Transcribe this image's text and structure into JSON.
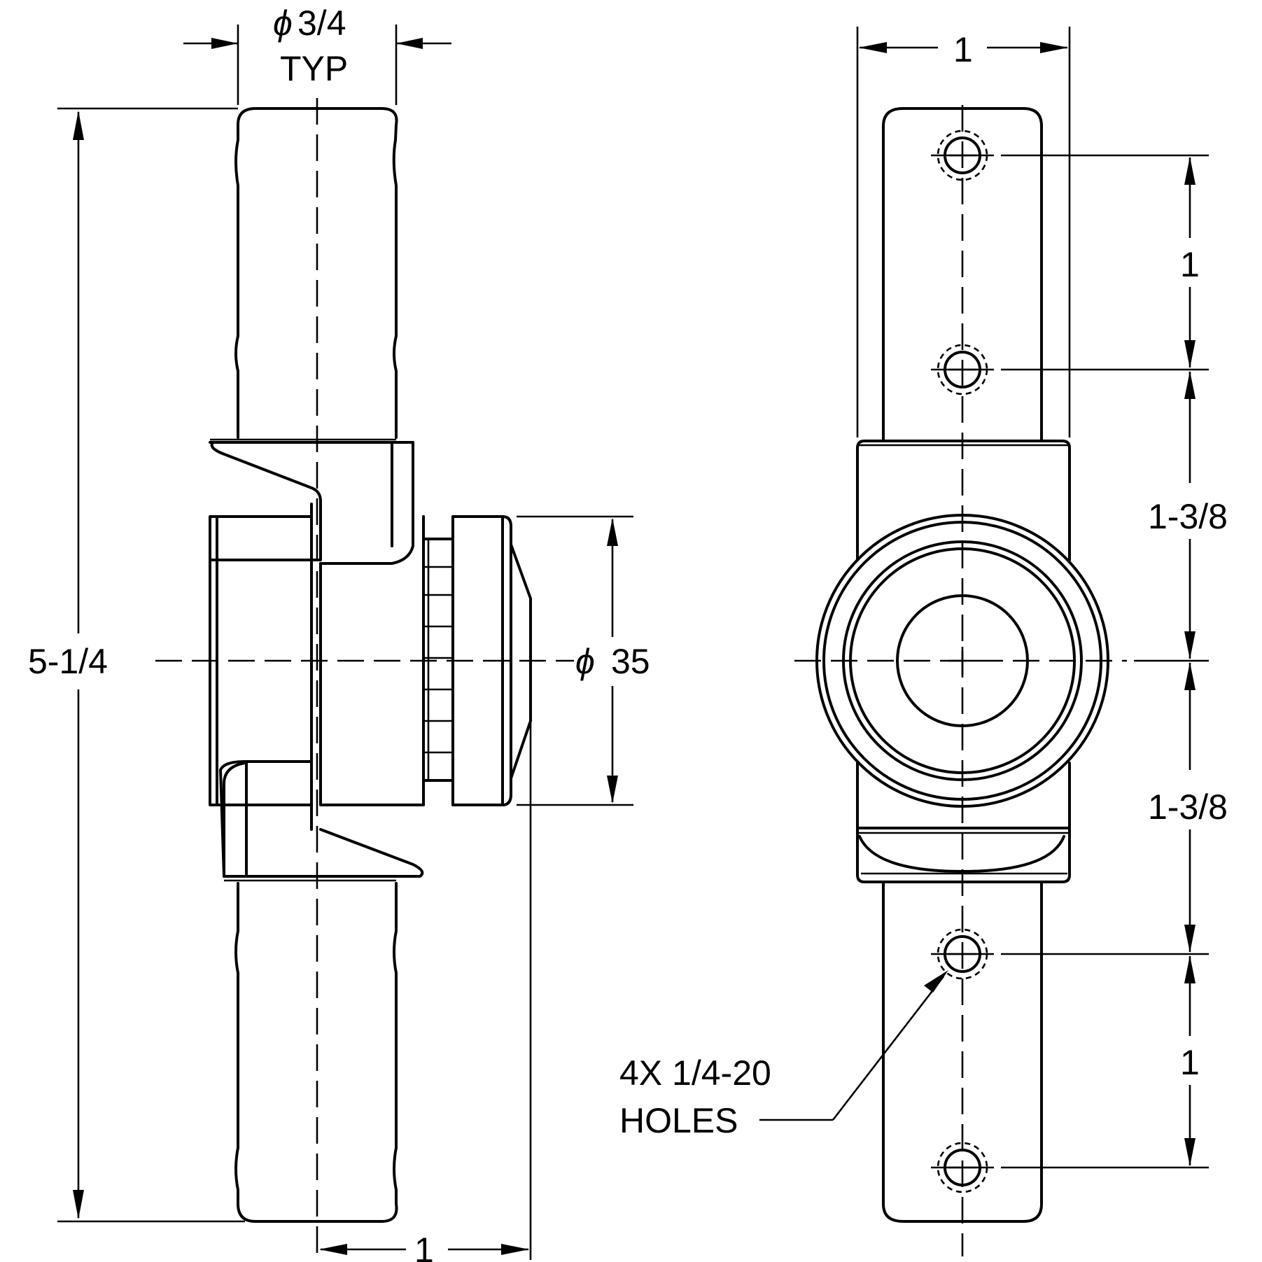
{
  "labels": {
    "dia_tube": "3/4",
    "typ": "TYP",
    "overall_height": "5-1/4",
    "offset_width": "1",
    "dia_disc": "35",
    "dia_symbol": "ϕ",
    "front_width": "1",
    "hole_spacing_top": "1",
    "hole_to_center_top": "1-3/8",
    "hole_to_center_bottom": "1-3/8",
    "hole_spacing_bottom": "1",
    "holes_line1": "4X 1/4-20",
    "holes_line2": "HOLES"
  }
}
